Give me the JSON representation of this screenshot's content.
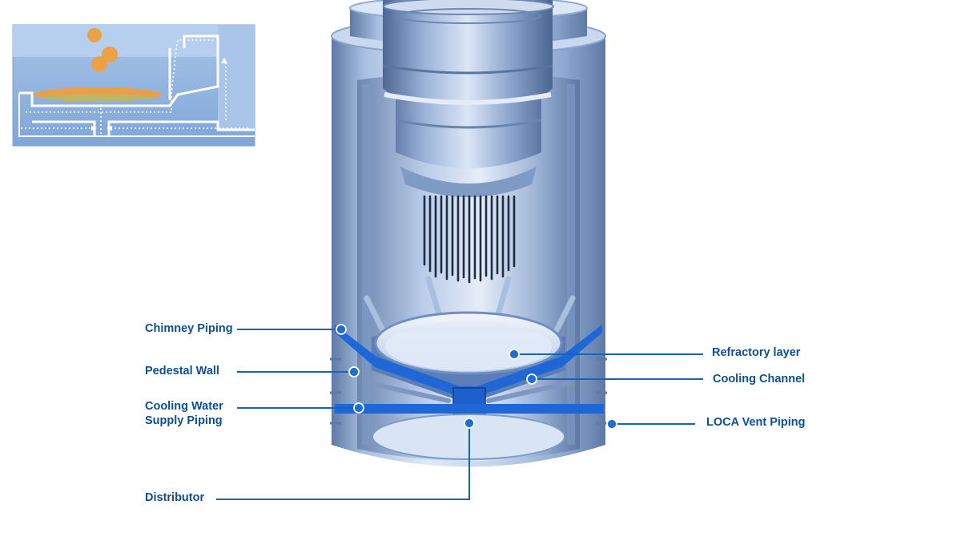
{
  "labels": {
    "chimney_piping": "Chimney Piping",
    "pedestal_wall": "Pedestal Wall",
    "cooling_water_line1": "Cooling Water",
    "cooling_water_line2": "Supply Piping",
    "distributor": "Distributor",
    "refractory_layer": "Refractory layer",
    "cooling_channel": "Cooling Channel",
    "loca_vent_piping": "LOCA Vent Piping"
  },
  "colors": {
    "label_text": "#0e4f8f",
    "leader_line": "#1565c0",
    "marker_fill": "#1e6fd0",
    "vessel_steel": "#9fb6d8",
    "vessel_dark": "#4d6790",
    "cooling_blue": "#1f66d6",
    "inset_background": "#8fb3df",
    "corium_orange": "#e8a04a"
  },
  "icons": {
    "marker": "circle-marker-icon",
    "flow_arrow": "flow-arrow-icon"
  }
}
